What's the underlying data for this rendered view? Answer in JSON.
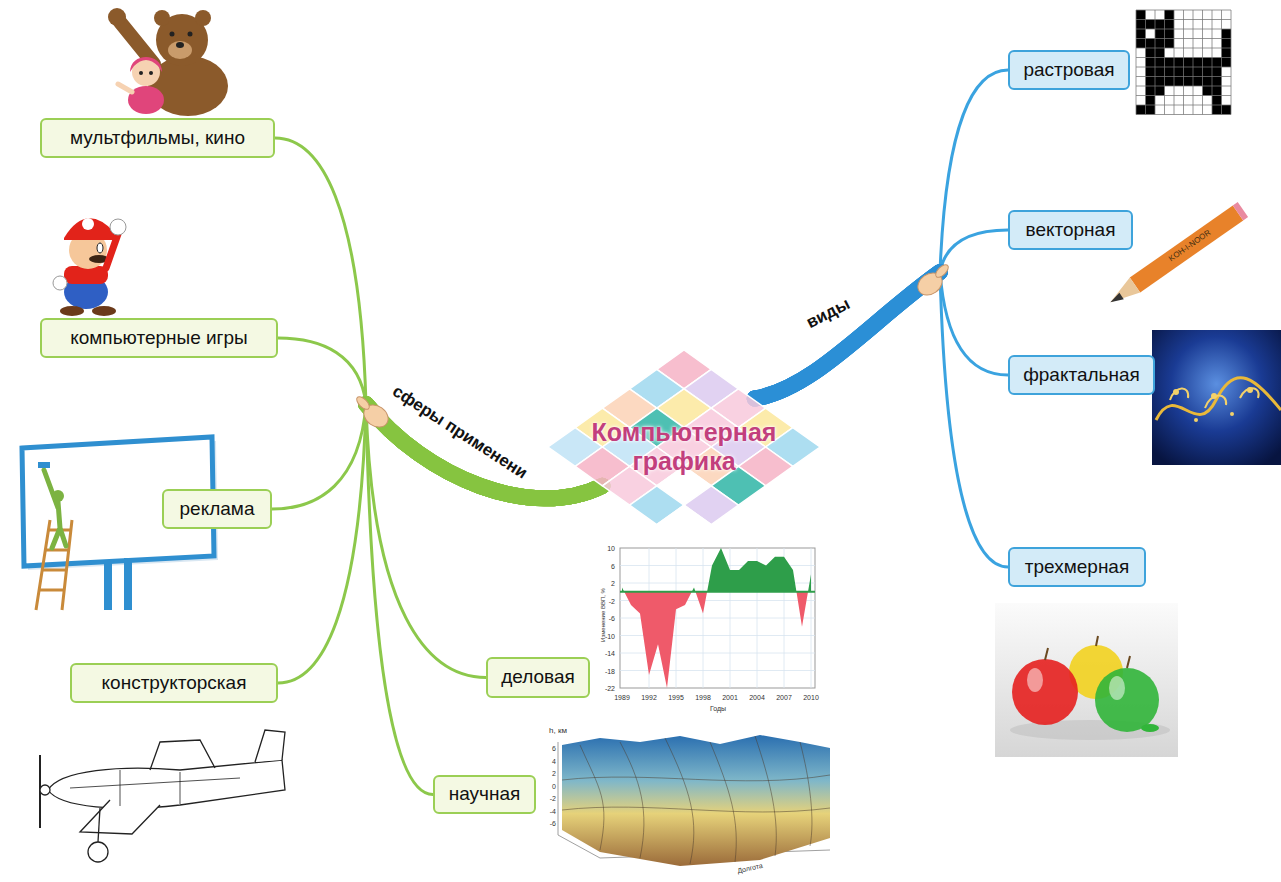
{
  "diagram": {
    "nodes": [
      {
        "text": [
          "Компьютерная графика"
        ]
      },
      {
        "text": [
          "мультфильмы, кино"
        ]
      },
      {
        "text": [
          "компьютерные игры"
        ]
      },
      {
        "text": [
          "реклама"
        ]
      },
      {
        "text": [
          "конструкторская"
        ]
      },
      {
        "text": [
          "деловая"
        ]
      },
      {
        "text": [
          "научная"
        ]
      },
      {
        "text": [
          "растровая"
        ]
      },
      {
        "text": [
          "векторная"
        ]
      },
      {
        "text": [
          "фрактальная"
        ]
      },
      {
        "text": [
          "трехмерная"
        ]
      }
    ],
    "edges": [
      {
        "from": 0,
        "to": 1,
        "arrow": "none",
        "label": "сферы применени"
      },
      {
        "from": 0,
        "to": 2,
        "arrow": "none"
      },
      {
        "from": 0,
        "to": 3,
        "arrow": "none"
      },
      {
        "from": 0,
        "to": 4,
        "arrow": "none"
      },
      {
        "from": 0,
        "to": 5,
        "arrow": "none"
      },
      {
        "from": 0,
        "to": 6,
        "arrow": "none"
      },
      {
        "from": 0,
        "to": 7,
        "arrow": "none",
        "label": "виды"
      },
      {
        "from": 0,
        "to": 8,
        "arrow": "none"
      },
      {
        "from": 0,
        "to": 9,
        "arrow": "none"
      },
      {
        "from": 0,
        "to": 10,
        "arrow": "none"
      }
    ],
    "labels": [
      "KOH-I-NOOR",
      "10",
      "6",
      "2",
      "-2",
      "-6",
      "-10",
      "-14",
      "-18",
      "-22",
      "1989",
      "1992",
      "1995",
      "1998",
      "2001",
      "2004",
      "2007",
      "2010",
      "Годы",
      "Изменение ВВП, %",
      "h, км",
      "6",
      "4",
      "2",
      "0",
      "-2",
      "-4",
      "-6",
      "Долгота"
    ]
  }
}
